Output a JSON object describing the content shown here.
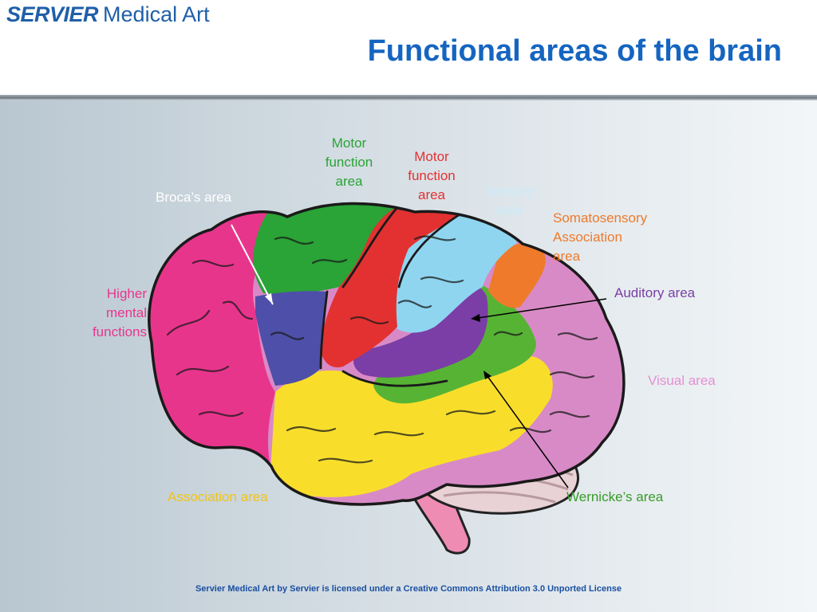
{
  "header": {
    "logo": {
      "brand": "SERVIER",
      "product": "Medical Art"
    },
    "title": "Functional areas of the brain"
  },
  "labels": {
    "motor_green": {
      "line1": "Motor",
      "line2": "function",
      "line3": "area"
    },
    "motor_red": {
      "line1": "Motor",
      "line2": "function",
      "line3": "area"
    },
    "sensory": {
      "line1": "Sensory",
      "line2": "area"
    },
    "broca": "Broca’s area",
    "somatosensory": {
      "line1": "Somatosensory",
      "line2": "Association",
      "line3": "area"
    },
    "auditory": "Auditory area",
    "higher": {
      "line1": "Higher",
      "line2": "mental",
      "line3": "functions"
    },
    "visual": "Visual area",
    "association": "Association area",
    "wernicke": "Wernicke’s area"
  },
  "colors": {
    "title": "#1565c0",
    "higher_mental": "#e8358c",
    "broca": "#4e4fa8",
    "motor_green": "#2aa337",
    "motor_red": "#e33131",
    "sensory": "#8fd5f0",
    "somatosensory": "#ef7a2b",
    "auditory": "#7a3ea6",
    "visual": "#d88ac6",
    "association": "#f8de2b",
    "wernicke": "#57b334",
    "cerebellum": "#e8d2d6",
    "brainstem": "#ee8cb4"
  },
  "footer": {
    "credit": "Servier Medical Art by Servier is licensed under a Creative Commons Attribution 3.0 Unported License"
  }
}
